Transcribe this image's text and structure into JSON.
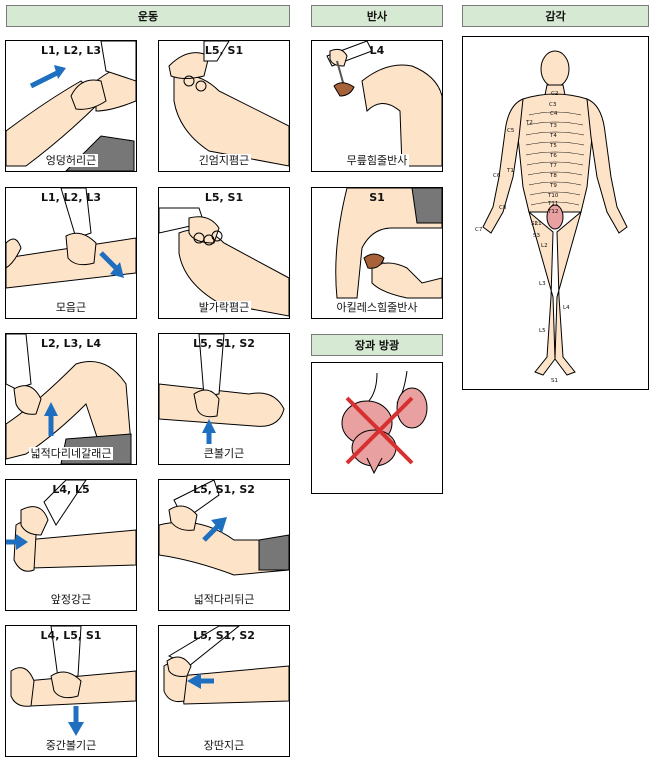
{
  "headers": {
    "motor": "운동",
    "reflex": "반사",
    "sensory": "감각",
    "bowel": "장과 방광"
  },
  "motor": [
    {
      "levels": "L1, L2, L3",
      "name": "엉덩허리근"
    },
    {
      "levels": "L5, S1",
      "name": "긴엄지폄근"
    },
    {
      "levels": "L1, L2, L3",
      "name": "모음근"
    },
    {
      "levels": "L5, S1",
      "name": "발가락폄근"
    },
    {
      "levels": "L2, L3, L4",
      "name": "넓적다리네갈래근"
    },
    {
      "levels": "L5, S1, S2",
      "name": "큰볼기근"
    },
    {
      "levels": "L4, L5",
      "name": "앞정강근"
    },
    {
      "levels": "L5, S1, S2",
      "name": "넓적다리뒤근"
    },
    {
      "levels": "L4, L5, S1",
      "name": "중간볼기근"
    },
    {
      "levels": "L5, S1, S2",
      "name": "장딴지근"
    }
  ],
  "reflex": [
    {
      "levels": "L4",
      "name": "무릎힘줄반사"
    },
    {
      "levels": "S1",
      "name": "아킬레스힘줄반사"
    }
  ],
  "dermatomes": [
    "C2",
    "C3",
    "C4",
    "C5",
    "C6",
    "C7",
    "C8",
    "T1",
    "T2",
    "T3",
    "T4",
    "T5",
    "T6",
    "T7",
    "T8",
    "T9",
    "T10",
    "T11",
    "T12",
    "L1",
    "L2",
    "L3",
    "L4",
    "L5",
    "S1",
    "S2",
    "S3"
  ],
  "colors": {
    "skin": "#fde3c8",
    "arrow": "#1f6fc0",
    "header": "#d6e9d2",
    "cross": "#d63030",
    "organ": "#e8a0a0"
  }
}
